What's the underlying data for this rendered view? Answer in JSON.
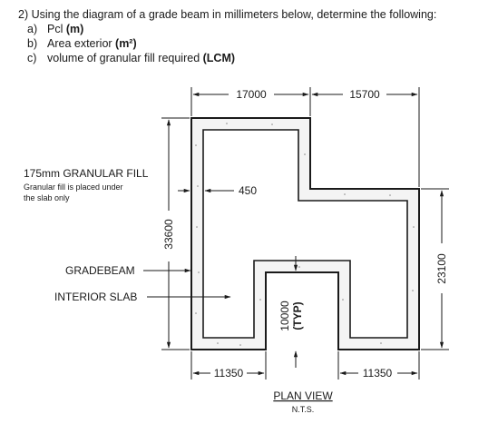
{
  "question": {
    "intro": "2) Using the diagram of a grade beam in millimeters below, determine the following:",
    "items": [
      {
        "letter": "a)",
        "text": "Pcl ",
        "bold": "(m)"
      },
      {
        "letter": "b)",
        "text": "Area exterior ",
        "bold": "(m²)"
      },
      {
        "letter": "c)",
        "text": "volume of granular fill required ",
        "bold": "(LCM)"
      }
    ]
  },
  "dimensions": {
    "top_left": "17000",
    "top_right": "15700",
    "left_height": "33600",
    "right_height": "23100",
    "bottom_left": "11350",
    "bottom_right": "11350",
    "notch_depth": "10000",
    "notch_note": "(TYP)",
    "beam_width": "450"
  },
  "labels": {
    "fill_title": "175mm GRANULAR FILL",
    "fill_note_line1": "Granular fill is placed under",
    "fill_note_line2": "the slab only",
    "gradebeam": "GRADEBEAM",
    "interior_slab": "INTERIOR SLAB"
  },
  "footer": {
    "view_title": "PLAN VIEW",
    "scale_note": "N.T.S."
  }
}
